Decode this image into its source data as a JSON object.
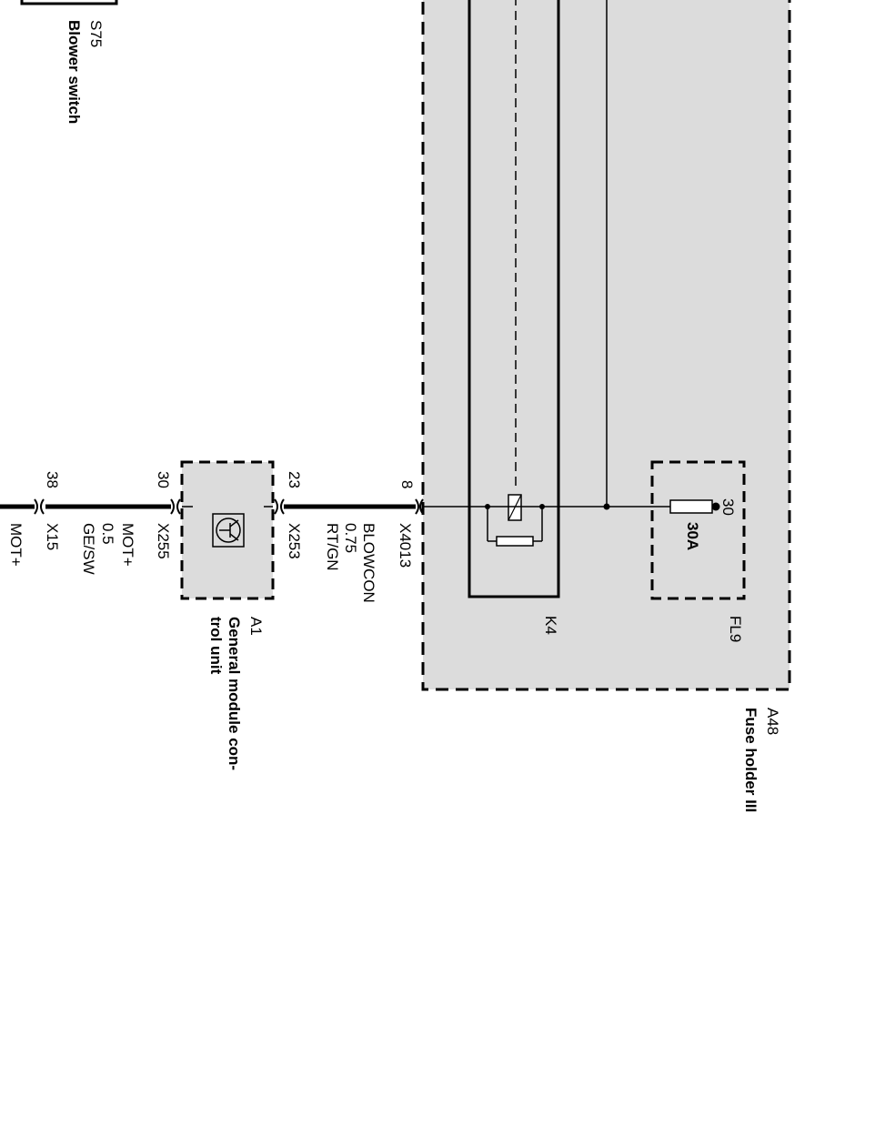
{
  "components": {
    "S75": {
      "ref": "S75",
      "description": "Blower switch"
    },
    "A48": {
      "ref": "A48",
      "description": "Fuse holder III"
    },
    "A1": {
      "ref": "A1",
      "description_line1": "General module con-",
      "description_line2": "trol unit"
    },
    "K4": {
      "ref": "K4"
    },
    "FL9": {
      "ref": "FL9",
      "pin": "30",
      "rating": "30A"
    }
  },
  "connectors": {
    "X4013": {
      "ref": "X4013",
      "pin": "8",
      "signal": "BLOWCON",
      "size": "0.75",
      "color": "RT/GN"
    },
    "X253": {
      "ref": "X253",
      "pin": "23"
    },
    "X255": {
      "ref": "X255",
      "pin": "30",
      "signal": "MOT+",
      "size": "0.5",
      "color": "GE/SW"
    },
    "X15": {
      "ref": "X15",
      "pin": "38",
      "signal": "MOT+"
    }
  },
  "colors": {
    "panel": "#dcdcdc",
    "wire": "#000000",
    "background": "#ffffff"
  }
}
